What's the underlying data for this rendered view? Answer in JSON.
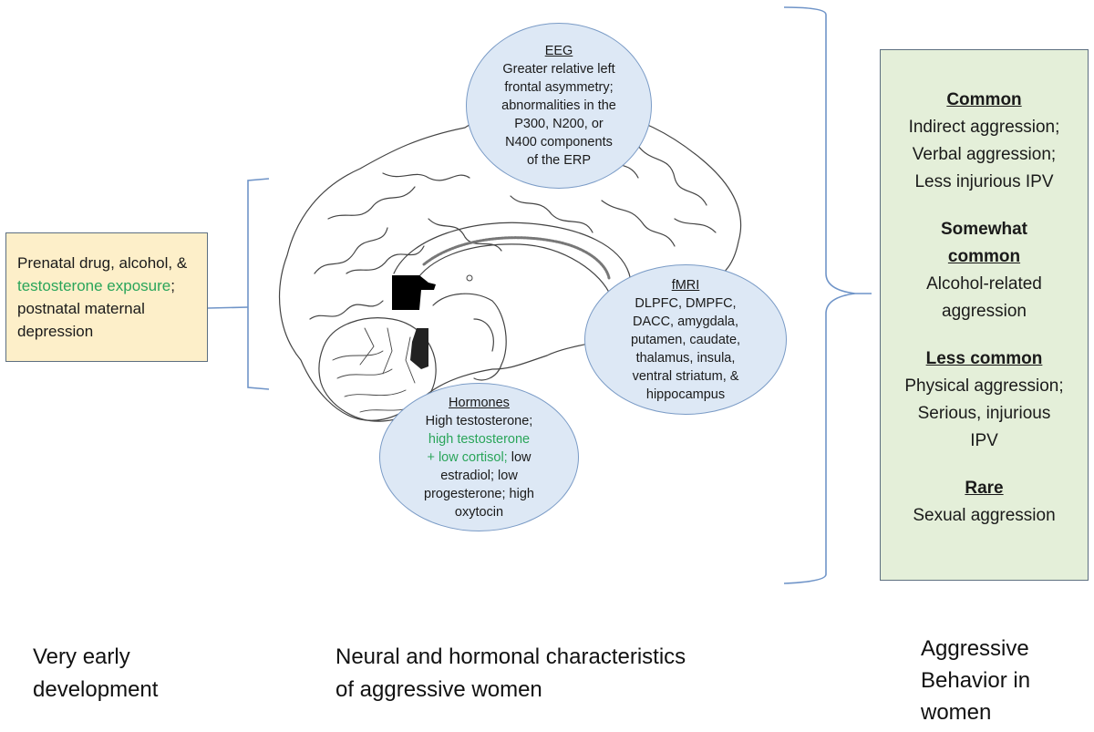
{
  "colors": {
    "connector": "#6f94c8",
    "early_box_fill": "#fdefc9",
    "behavior_box_fill": "#e4efd9",
    "ellipse_fill": "#dde8f5",
    "highlight_green": "#2aa55a"
  },
  "early_development": {
    "text_part1": "Prenatal drug, alcohol, & ",
    "text_green": "testosterone exposure",
    "text_part2": "; postnatal maternal depression"
  },
  "neural": {
    "eeg": {
      "heading": "EEG",
      "lines": [
        "Greater relative left",
        "frontal asymmetry;",
        "abnormalities in the",
        "P300, N200, or",
        "N400 components",
        "of the ERP"
      ]
    },
    "fmri": {
      "heading": "fMRI",
      "lines": [
        "DLPFC, DMPFC,",
        "DACC, amygdala,",
        "putamen, caudate,",
        "thalamus, insula,",
        "ventral striatum, &",
        "hippocampus"
      ]
    },
    "hormones": {
      "heading": "Hormones",
      "line1": "High testosterone;",
      "green_line1": "high testosterone",
      "green_line2": "+ low cortisol;",
      "line3_tail": " low",
      "line4": "estradiol; low",
      "line5": "progesterone; high",
      "line6": "oxytocin"
    }
  },
  "behavior": {
    "groups": [
      {
        "category": [
          "Common"
        ],
        "items": [
          "Indirect aggression;",
          "Verbal aggression;",
          "Less injurious IPV"
        ]
      },
      {
        "category": [
          "Somewhat",
          "common"
        ],
        "items": [
          "Alcohol-related",
          "aggression"
        ]
      },
      {
        "category": [
          "Less common"
        ],
        "items": [
          "Physical aggression;",
          "Serious, injurious",
          "IPV"
        ]
      },
      {
        "category": [
          "Rare"
        ],
        "items": [
          "Sexual aggression"
        ]
      }
    ]
  },
  "captions": {
    "left": [
      "Very early",
      "development"
    ],
    "middle": [
      "Neural and hormonal characteristics",
      "of aggressive women"
    ],
    "right": [
      "Aggressive",
      "Behavior in",
      "women"
    ]
  }
}
